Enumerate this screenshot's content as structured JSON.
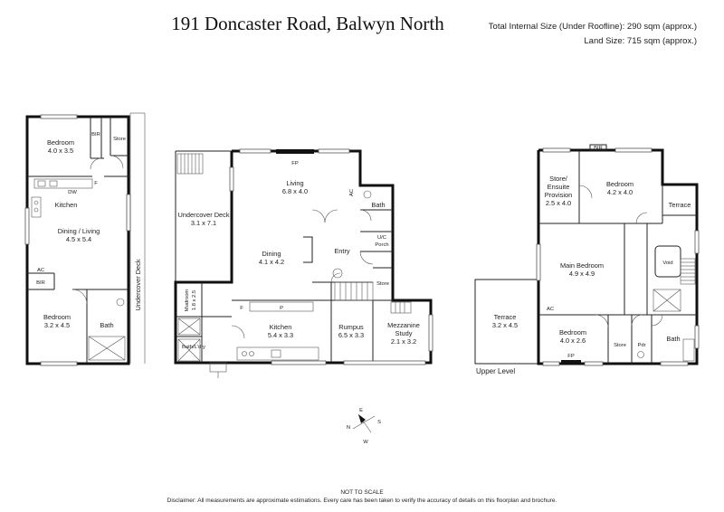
{
  "header": {
    "title": "191 Doncaster Road, Balwyn North",
    "internal_size": "Total Internal Size (Under Roofline): 290 sqm (approx.)",
    "land_size": "Land Size: 715 sqm (approx.)"
  },
  "plan_left": {
    "rooms": [
      {
        "name": "Bedroom",
        "dims": "4.0 x 3.5"
      },
      {
        "name": "BIR"
      },
      {
        "name": "Store"
      },
      {
        "name": "F"
      },
      {
        "name": "DW"
      },
      {
        "name": "Kitchen"
      },
      {
        "name": "Dining / Living",
        "dims": "4.5 x 5.4"
      },
      {
        "name": "AC"
      },
      {
        "name": "BIR"
      },
      {
        "name": "Bedroom",
        "dims": "3.2 x 4.5"
      },
      {
        "name": "Bath"
      }
    ],
    "side_label": "Undercover Deck"
  },
  "plan_middle": {
    "rooms": [
      {
        "name": "FP"
      },
      {
        "name": "Living",
        "dims": "6.8 x 4.0"
      },
      {
        "name": "AC"
      },
      {
        "name": "Bath"
      },
      {
        "name": "Undercover Deck",
        "dims": "3.1 x 7.1"
      },
      {
        "name": "Dining",
        "dims": "4.1 x 4.2"
      },
      {
        "name": "Entry"
      },
      {
        "name": "U/C",
        "line2": "Porch"
      },
      {
        "name": "Store"
      },
      {
        "name": "Mudroom",
        "dims": "1.8 x 2.5"
      },
      {
        "name": "F"
      },
      {
        "name": "P"
      },
      {
        "name": "Kitchen",
        "dims": "5.4 x 3.3"
      },
      {
        "name": "Rumpus",
        "dims": "6.5 x 3.3"
      },
      {
        "name": "Mezzanine",
        "line2": "Study",
        "dims": "2.1 x 3.2"
      },
      {
        "name": "Bath/L'dry"
      }
    ]
  },
  "plan_right": {
    "rooms": [
      {
        "name": "BIR"
      },
      {
        "name": "Store/",
        "line2": "Ensuite",
        "line3": "Provision",
        "dims": "2.5 x 4.0"
      },
      {
        "name": "Bedroom",
        "dims": "4.2 x 4.0"
      },
      {
        "name": "Terrace"
      },
      {
        "name": "Main Bedroom",
        "dims": "4.9 x 4.9"
      },
      {
        "name": "Void"
      },
      {
        "name": "AC"
      },
      {
        "name": "Terrace",
        "dims": "3.2 x 4.5"
      },
      {
        "name": "Bedroom",
        "dims": "4.0 x 2.6"
      },
      {
        "name": "FP"
      },
      {
        "name": "Store"
      },
      {
        "name": "Pdr"
      },
      {
        "name": "Bath"
      }
    ],
    "level_label": "Upper Level"
  },
  "compass": {
    "n": "N",
    "e": "E",
    "s": "S",
    "w": "W"
  },
  "footer": {
    "not_to_scale": "NOT TO SCALE",
    "disclaimer": "Disclaimer: All measurements are approximate estimations. Every care has been taken to verify the accuracy of details on this floorplan and brochure."
  }
}
